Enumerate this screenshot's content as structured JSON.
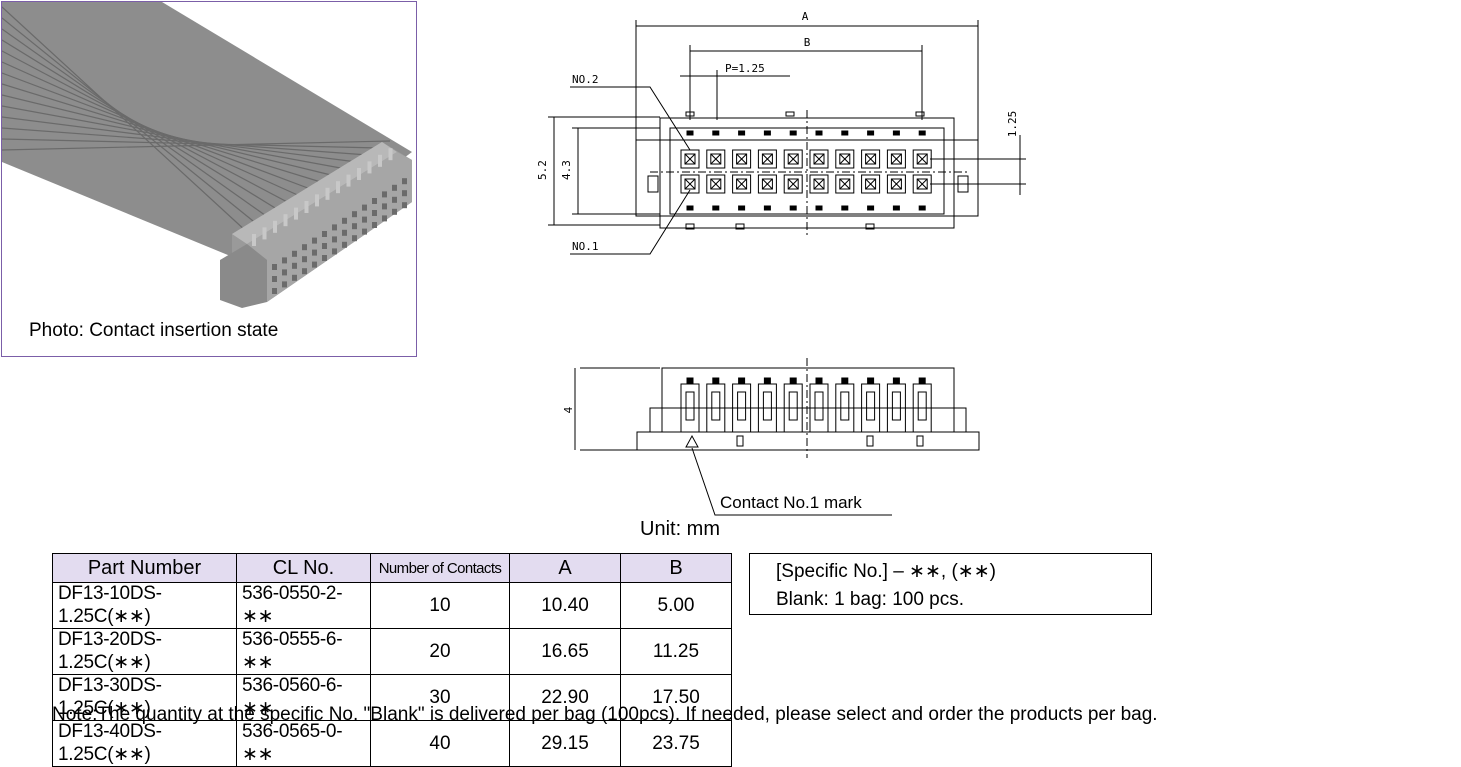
{
  "photo": {
    "caption": "Photo: Contact insertion state"
  },
  "drawing": {
    "dim_a": "A",
    "dim_b": "B",
    "pitch": "P=1.25",
    "no2": "NO.2",
    "no1": "NO.1",
    "h52": "5.2",
    "h43": "4.3",
    "h125": "1.25",
    "h4": "4",
    "contact_mark": "Contact No.1 mark"
  },
  "unit": "Unit: mm",
  "table": {
    "headers": [
      "Part Number",
      "CL No.",
      "Number of Contacts",
      "A",
      "B"
    ],
    "rows": [
      [
        "DF13-10DS-1.25C(∗∗)",
        "536-0550-2-∗∗",
        "10",
        "10.40",
        "5.00"
      ],
      [
        "DF13-20DS-1.25C(∗∗)",
        "536-0555-6-∗∗",
        "20",
        "16.65",
        "11.25"
      ],
      [
        "DF13-30DS-1.25C(∗∗)",
        "536-0560-6-∗∗",
        "30",
        "22.90",
        "17.50"
      ],
      [
        "DF13-40DS-1.25C(∗∗)",
        "536-0565-0-∗∗",
        "40",
        "29.15",
        "23.75"
      ]
    ]
  },
  "specific": {
    "line1": "[Specific No.] – ∗∗, (∗∗)",
    "line2": "Blank: 1 bag: 100 pcs."
  },
  "note": "Note:The quantity at the specific No. \"Blank\" is delivered per bag (100pcs). If needed, please select and order the products per bag."
}
